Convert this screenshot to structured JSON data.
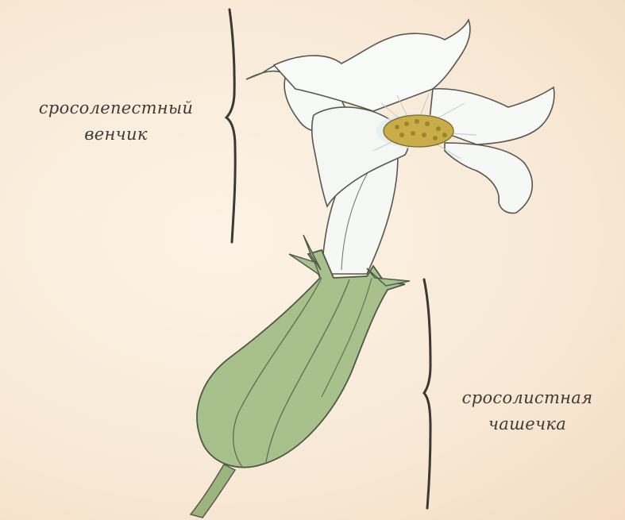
{
  "labels": {
    "corolla_line1": "сросолепестный",
    "corolla_line2": "венчик",
    "calyx_line1": "сросолистная",
    "calyx_line2": "чашечка"
  },
  "colors": {
    "background": "#f9ecdb",
    "text": "#3f3a35",
    "petal": "#f7f9f6",
    "outline": "#5a5650",
    "calyx": "#a6bf8a",
    "stamens": "#c9ad48"
  }
}
